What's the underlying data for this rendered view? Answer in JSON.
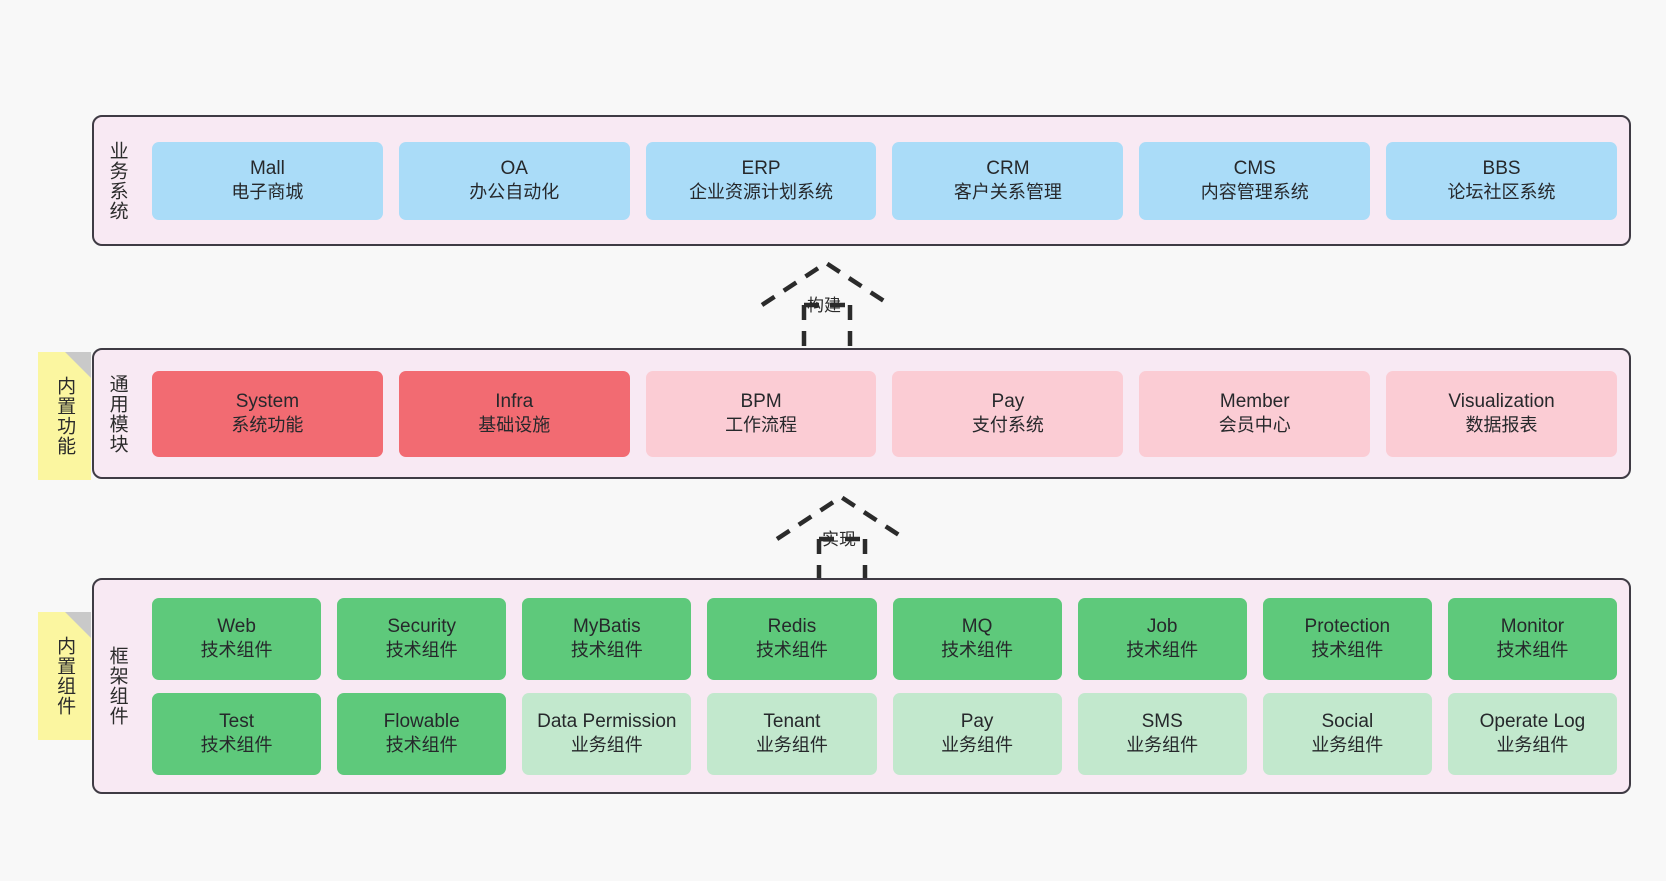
{
  "layers": [
    {
      "id": "business-systems",
      "title": "业务系统",
      "rows": [
        [
          {
            "name": "Mall",
            "sub": "电子商城",
            "style": "c-blue"
          },
          {
            "name": "OA",
            "sub": "办公自动化",
            "style": "c-blue"
          },
          {
            "name": "ERP",
            "sub": "企业资源计划系统",
            "style": "c-blue"
          },
          {
            "name": "CRM",
            "sub": "客户关系管理",
            "style": "c-blue"
          },
          {
            "name": "CMS",
            "sub": "内容管理系统",
            "style": "c-blue"
          },
          {
            "name": "BBS",
            "sub": "论坛社区系统",
            "style": "c-blue"
          }
        ]
      ]
    },
    {
      "id": "common-modules",
      "title": "通用模块",
      "note": "内置功能",
      "rows": [
        [
          {
            "name": "System",
            "sub": "系统功能",
            "style": "c-red"
          },
          {
            "name": "Infra",
            "sub": "基础设施",
            "style": "c-red"
          },
          {
            "name": "BPM",
            "sub": "工作流程",
            "style": "c-pink"
          },
          {
            "name": "Pay",
            "sub": "支付系统",
            "style": "c-pink"
          },
          {
            "name": "Member",
            "sub": "会员中心",
            "style": "c-pink"
          },
          {
            "name": "Visualization",
            "sub": "数据报表",
            "style": "c-pink"
          }
        ]
      ]
    },
    {
      "id": "framework-components",
      "title": "框架组件",
      "note": "内置组件",
      "rows": [
        [
          {
            "name": "Web",
            "sub": "技术组件",
            "style": "c-green"
          },
          {
            "name": "Security",
            "sub": "技术组件",
            "style": "c-green"
          },
          {
            "name": "MyBatis",
            "sub": "技术组件",
            "style": "c-green"
          },
          {
            "name": "Redis",
            "sub": "技术组件",
            "style": "c-green"
          },
          {
            "name": "MQ",
            "sub": "技术组件",
            "style": "c-green"
          },
          {
            "name": "Job",
            "sub": "技术组件",
            "style": "c-green"
          },
          {
            "name": "Protection",
            "sub": "技术组件",
            "style": "c-green"
          },
          {
            "name": "Monitor",
            "sub": "技术组件",
            "style": "c-green"
          }
        ],
        [
          {
            "name": "Test",
            "sub": "技术组件",
            "style": "c-green"
          },
          {
            "name": "Flowable",
            "sub": "技术组件",
            "style": "c-green"
          },
          {
            "name": "Data Permission",
            "sub": "业务组件",
            "style": "c-greenlight"
          },
          {
            "name": "Tenant",
            "sub": "业务组件",
            "style": "c-greenlight"
          },
          {
            "name": "Pay",
            "sub": "业务组件",
            "style": "c-greenlight"
          },
          {
            "name": "SMS",
            "sub": "业务组件",
            "style": "c-greenlight"
          },
          {
            "name": "Social",
            "sub": "业务组件",
            "style": "c-greenlight"
          },
          {
            "name": "Operate Log",
            "sub": "业务组件",
            "style": "c-greenlight"
          }
        ]
      ]
    }
  ],
  "connectors": [
    {
      "id": "build",
      "label": "构建"
    },
    {
      "id": "implement",
      "label": "实现"
    }
  ],
  "colors": {
    "panel_bg": "#f8e9f3",
    "panel_border": "#3f3b44",
    "business": "#aadcf8",
    "module_strong": "#f26b72",
    "module_light": "#fbccd4",
    "tech_component": "#5ec97b",
    "business_component": "#c2e8cd",
    "note_bg": "#fbf6a0",
    "canvas_bg": "#f8f8f8"
  }
}
